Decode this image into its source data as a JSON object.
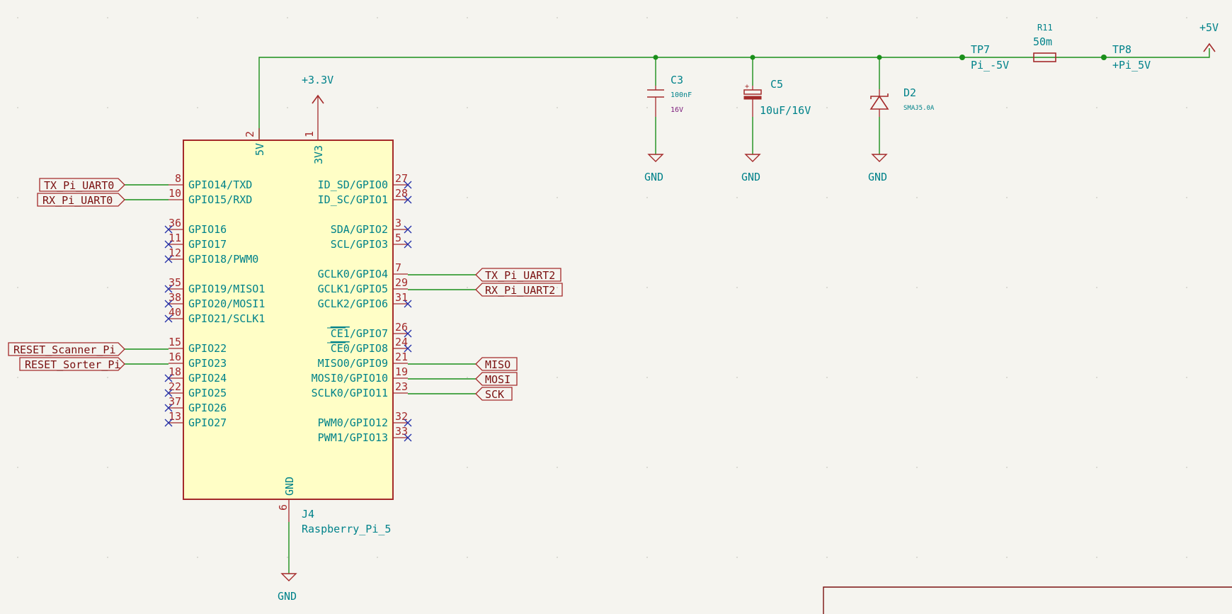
{
  "schematic": {
    "ic": {
      "ref": "J4",
      "value": "Raspberry_Pi_5",
      "top_pins": [
        {
          "num": "2",
          "name": "5V"
        },
        {
          "num": "1",
          "name": "3V3"
        }
      ],
      "bottom_pin": {
        "num": "6",
        "name": "GND"
      },
      "left_pins": [
        {
          "num": "8",
          "name": "GPIO14/TXD"
        },
        {
          "num": "10",
          "name": "GPIO15/RXD"
        },
        {
          "num": "36",
          "name": "GPIO16"
        },
        {
          "num": "11",
          "name": "GPIO17"
        },
        {
          "num": "12",
          "name": "GPIO18/PWM0"
        },
        {
          "num": "35",
          "name": "GPIO19/MISO1"
        },
        {
          "num": "38",
          "name": "GPIO20/MOSI1"
        },
        {
          "num": "40",
          "name": "GPIO21/SCLK1"
        },
        {
          "num": "15",
          "name": "GPIO22"
        },
        {
          "num": "16",
          "name": "GPIO23"
        },
        {
          "num": "18",
          "name": "GPIO24"
        },
        {
          "num": "22",
          "name": "GPIO25"
        },
        {
          "num": "37",
          "name": "GPIO26"
        },
        {
          "num": "13",
          "name": "GPIO27"
        }
      ],
      "right_pins": [
        {
          "num": "27",
          "name": "ID_SD/GPIO0"
        },
        {
          "num": "28",
          "name": "ID_SC/GPIO1"
        },
        {
          "num": "3",
          "name": "SDA/GPIO2"
        },
        {
          "num": "5",
          "name": "SCL/GPIO3"
        },
        {
          "num": "7",
          "name": "GCLK0/GPIO4"
        },
        {
          "num": "29",
          "name": "GCLK1/GPIO5"
        },
        {
          "num": "31",
          "name": "GCLK2/GPIO6"
        },
        {
          "num": "26",
          "name_bar": "CE1",
          "name_rest": "/GPIO7"
        },
        {
          "num": "24",
          "name_bar": "CE0",
          "name_rest": "/GPIO8"
        },
        {
          "num": "21",
          "name": "MISO0/GPIO9"
        },
        {
          "num": "19",
          "name": "MOSI0/GPIO10"
        },
        {
          "num": "23",
          "name": "SCLK0/GPIO11"
        },
        {
          "num": "32",
          "name": "PWM0/GPIO12"
        },
        {
          "num": "33",
          "name": "PWM1/GPIO13"
        }
      ]
    },
    "labels": {
      "tx_uart0": "TX_Pi_UART0",
      "rx_uart0": "RX_Pi_UART0",
      "reset_scanner": "RESET_Scanner_Pi",
      "reset_sorter": "RESET_Sorter_Pi",
      "tx_uart2": "TX_Pi_UART2",
      "rx_uart2": "RX_Pi_UART2",
      "miso": "MISO",
      "mosi": "MOSI",
      "sck": "SCK"
    },
    "power": {
      "v33": "+3.3V",
      "v5": "+5V",
      "gnd": "GND"
    },
    "components": {
      "c3": {
        "ref": "C3",
        "value": "100nF",
        "voltage": "16V"
      },
      "c5": {
        "ref": "C5",
        "value": "10uF/16V"
      },
      "d2": {
        "ref": "D2",
        "value": "SMAJ5.0A"
      },
      "r11": {
        "ref": "R11",
        "value": "50m"
      },
      "tp7": {
        "ref": "TP7",
        "value": "Pi_-5V"
      },
      "tp8": {
        "ref": "TP8",
        "value": "+Pi_5V"
      }
    },
    "colors": {
      "background": "#f5f4ef",
      "wire": "#1a8f1a",
      "symbol": "#a42a2a",
      "symbol_fill": "#fffec6",
      "text": "#00828a",
      "label": "#7a1010",
      "no_connect": "#2430a8"
    }
  }
}
